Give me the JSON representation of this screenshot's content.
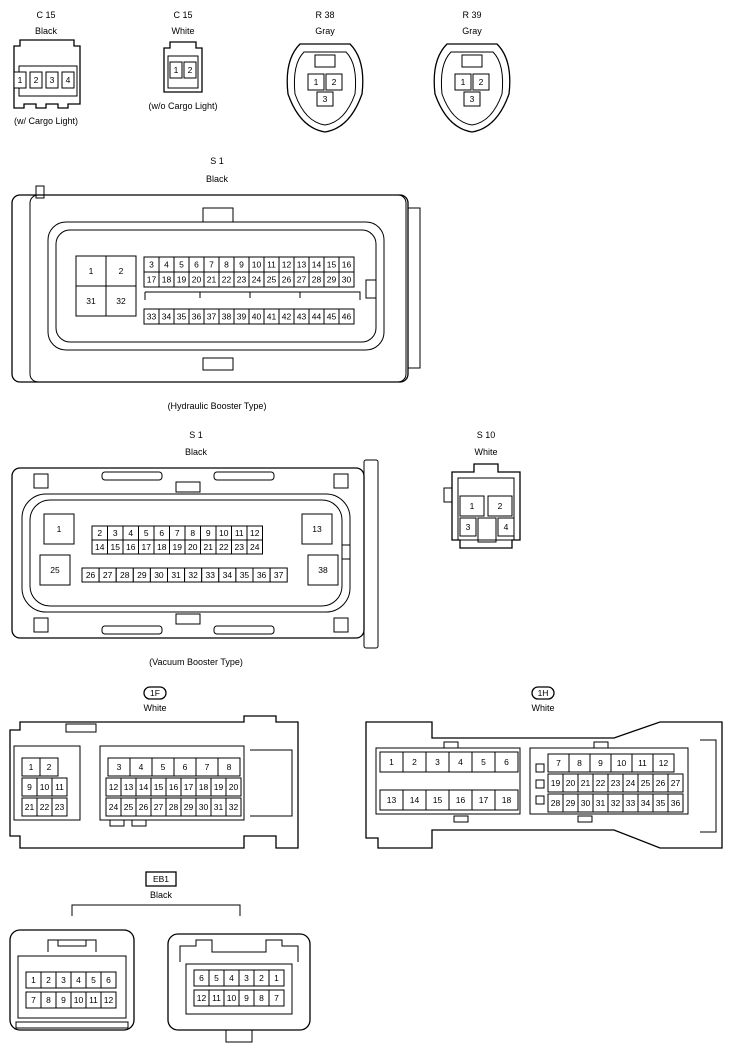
{
  "connectors": [
    {
      "id": "c15a",
      "code": "C 15",
      "color": "Black",
      "note": "(w/ Cargo Light)",
      "pins": [
        "1",
        "2",
        "3",
        "4"
      ]
    },
    {
      "id": "c15b",
      "code": "C 15",
      "color": "White",
      "note": "(w/o Cargo Light)",
      "pins": [
        "1",
        "2"
      ]
    },
    {
      "id": "r38",
      "code": "R 38",
      "color": "Gray",
      "pins": [
        "1",
        "2",
        "3"
      ]
    },
    {
      "id": "r39",
      "code": "R 39",
      "color": "Gray",
      "pins": [
        "1",
        "2",
        "3"
      ]
    },
    {
      "id": "s1h",
      "code": "S 1",
      "color": "Black",
      "note": "(Hydraulic Booster Type)",
      "big_pins": [
        "1",
        "2",
        "31",
        "32"
      ],
      "rows": [
        [
          "3",
          "4",
          "5",
          "6",
          "7",
          "8",
          "9",
          "10",
          "11",
          "12",
          "13",
          "14",
          "15",
          "16"
        ],
        [
          "17",
          "18",
          "19",
          "20",
          "21",
          "22",
          "23",
          "24",
          "25",
          "26",
          "27",
          "28",
          "29",
          "30"
        ],
        [
          "33",
          "34",
          "35",
          "36",
          "37",
          "38",
          "39",
          "40",
          "41",
          "42",
          "43",
          "44",
          "45",
          "46"
        ]
      ]
    },
    {
      "id": "s1v",
      "code": "S 1",
      "color": "Black",
      "note": "(Vacuum Booster Type)",
      "big_pins": [
        "1",
        "25",
        "13",
        "38"
      ],
      "rows": [
        [
          "2",
          "3",
          "4",
          "5",
          "6",
          "7",
          "8",
          "9",
          "10",
          "11",
          "12"
        ],
        [
          "14",
          "15",
          "16",
          "17",
          "18",
          "19",
          "20",
          "21",
          "22",
          "23",
          "24"
        ],
        [
          "26",
          "27",
          "28",
          "29",
          "30",
          "31",
          "32",
          "33",
          "34",
          "35",
          "36",
          "37"
        ]
      ]
    },
    {
      "id": "s10",
      "code": "S 10",
      "color": "White",
      "pins": [
        "1",
        "2",
        "3",
        "4"
      ]
    },
    {
      "id": "j1f",
      "code": "1F",
      "color": "White",
      "left_rows": [
        [
          "1",
          "2"
        ],
        [
          "9",
          "10",
          "11"
        ],
        [
          "21",
          "22",
          "23"
        ]
      ],
      "right_rows": [
        [
          "3",
          "4",
          "5",
          "6",
          "7",
          "8"
        ],
        [
          "12",
          "13",
          "14",
          "15",
          "16",
          "17",
          "18",
          "19",
          "20"
        ],
        [
          "24",
          "25",
          "26",
          "27",
          "28",
          "29",
          "30",
          "31",
          "32"
        ]
      ]
    },
    {
      "id": "j1h",
      "code": "1H",
      "color": "White",
      "left_rows": [
        [
          "1",
          "2",
          "3",
          "4",
          "5",
          "6"
        ],
        [
          "13",
          "14",
          "15",
          "16",
          "17",
          "18"
        ]
      ],
      "right_rows": [
        [
          "7",
          "8",
          "9",
          "10",
          "11",
          "12"
        ],
        [
          "19",
          "20",
          "21",
          "22",
          "23",
          "24",
          "25",
          "26",
          "27"
        ],
        [
          "28",
          "29",
          "30",
          "31",
          "32",
          "33",
          "34",
          "35",
          "36"
        ]
      ]
    },
    {
      "id": "eb1",
      "code": "EB1",
      "color": "Black",
      "left_rows": [
        [
          "1",
          "2",
          "3",
          "4",
          "5",
          "6"
        ],
        [
          "7",
          "8",
          "9",
          "10",
          "11",
          "12"
        ]
      ],
      "right_rows": [
        [
          "6",
          "5",
          "4",
          "3",
          "2",
          "1"
        ],
        [
          "12",
          "11",
          "10",
          "9",
          "8",
          "7"
        ]
      ]
    }
  ]
}
